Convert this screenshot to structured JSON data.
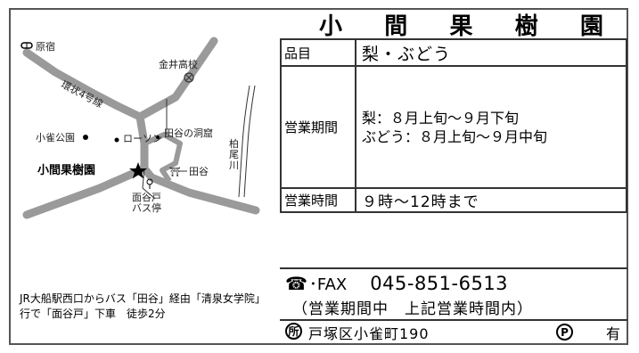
{
  "title_chars": [
    "小",
    "間",
    "果",
    "樹",
    "園"
  ],
  "table": {
    "item_label": "品目",
    "item_value": "梨・ぶどう",
    "period_label": "営業期間",
    "period_lines": [
      "梨：８月上旬～９月下旬",
      "ぶどう：８月上旬～９月中旬"
    ],
    "hours_label": "営業時間",
    "hours_value": "９時～12時まで"
  },
  "contact": {
    "phone_icon": "☎",
    "phone_label": "･FAX",
    "phone_number": "045-851-6513",
    "note": "（営業期間中　上記営業時間内）",
    "address_icon_text": "所",
    "address": "戸塚区小雀町190",
    "parking_icon_text": "P",
    "parking": "有"
  },
  "map": {
    "labels": {
      "station": "原宿",
      "road": "環状4号線",
      "school": "金井高校",
      "park": "小雀公園",
      "lawson": "ローソン",
      "cave": "田谷の洞窟",
      "river": "柏尾川",
      "farm": "小間果樹園",
      "area": "田谷",
      "bus_stop": "面谷戸\nバス停"
    }
  },
  "access": "JR大船駅西口からバス「田谷」経由「清泉女学院」行で「面谷戸」下車　徒歩2分"
}
